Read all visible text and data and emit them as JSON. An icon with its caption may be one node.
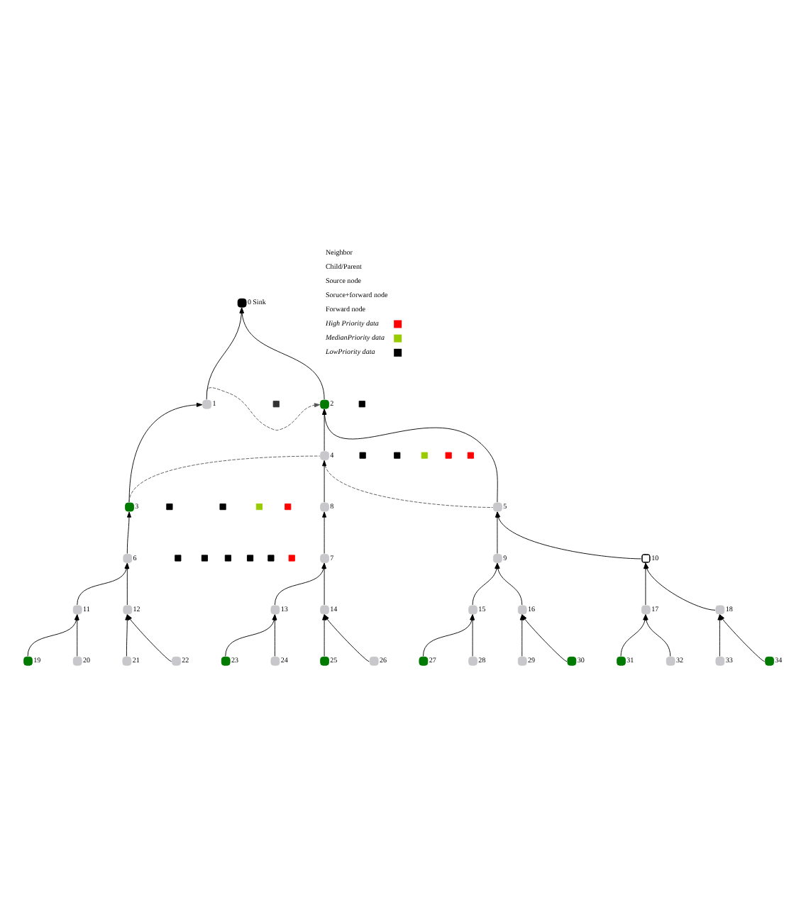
{
  "diagram": {
    "nodes": [
      {
        "text": [],
        "shape": "circle",
        "beside": [
          "0",
          "Sink"
        ]
      },
      {
        "text": [],
        "shape": "circle",
        "beside": [
          "1"
        ]
      },
      {
        "text": [],
        "shape": "circle",
        "beside": [
          "2"
        ]
      },
      {
        "text": [],
        "shape": "circle",
        "beside": [
          "3"
        ]
      },
      {
        "text": [],
        "shape": "circle",
        "beside": [
          "4"
        ]
      },
      {
        "text": [],
        "shape": "circle",
        "beside": [
          "5"
        ]
      },
      {
        "text": [],
        "shape": "circle",
        "beside": [
          "6"
        ]
      },
      {
        "text": [],
        "shape": "circle",
        "beside": [
          "7"
        ]
      },
      {
        "text": [],
        "shape": "circle",
        "beside": [
          "8"
        ]
      },
      {
        "text": [],
        "shape": "circle",
        "beside": [
          "9"
        ]
      },
      {
        "text": [],
        "shape": "circle",
        "beside": [
          "10"
        ]
      },
      {
        "text": [],
        "shape": "circle",
        "beside": [
          "11"
        ]
      },
      {
        "text": [],
        "shape": "circle",
        "beside": [
          "12"
        ]
      },
      {
        "text": [],
        "shape": "circle",
        "beside": [
          "13"
        ]
      },
      {
        "text": [],
        "shape": "circle",
        "beside": [
          "14"
        ]
      },
      {
        "text": [],
        "shape": "circle",
        "beside": [
          "15"
        ]
      },
      {
        "text": [],
        "shape": "circle",
        "beside": [
          "16"
        ]
      },
      {
        "text": [],
        "shape": "circle",
        "beside": [
          "17"
        ]
      },
      {
        "text": [],
        "shape": "circle",
        "beside": [
          "18"
        ]
      },
      {
        "text": [],
        "shape": "circle",
        "beside": [
          "19"
        ]
      },
      {
        "text": [],
        "shape": "circle",
        "beside": [
          "20"
        ]
      },
      {
        "text": [],
        "shape": "circle",
        "beside": [
          "21"
        ]
      },
      {
        "text": [],
        "shape": "circle",
        "beside": [
          "22"
        ]
      },
      {
        "text": [],
        "shape": "circle",
        "beside": [
          "23"
        ]
      },
      {
        "text": [],
        "shape": "circle",
        "beside": [
          "24"
        ]
      },
      {
        "text": [],
        "shape": "circle",
        "beside": [
          "25"
        ]
      },
      {
        "text": [],
        "shape": "circle",
        "beside": [
          "26"
        ]
      },
      {
        "text": [],
        "shape": "circle",
        "beside": [
          "27"
        ]
      },
      {
        "text": [],
        "shape": "circle",
        "beside": [
          "28"
        ]
      },
      {
        "text": [],
        "shape": "circle",
        "beside": [
          "29"
        ]
      },
      {
        "text": [],
        "shape": "circle",
        "beside": [
          "30"
        ]
      },
      {
        "text": [],
        "shape": "circle",
        "beside": [
          "31"
        ]
      },
      {
        "text": [],
        "shape": "circle",
        "beside": [
          "32"
        ]
      },
      {
        "text": [],
        "shape": "circle",
        "beside": [
          "33"
        ]
      },
      {
        "text": [],
        "shape": "circle",
        "beside": [
          "34"
        ]
      },
      {
        "text": [],
        "shape": "box"
      },
      {
        "text": [],
        "shape": "box"
      },
      {
        "text": [],
        "shape": "box"
      },
      {
        "text": [],
        "shape": "box"
      },
      {
        "text": [],
        "shape": "box"
      },
      {
        "text": [],
        "shape": "box"
      },
      {
        "text": [],
        "shape": "box"
      },
      {
        "text": [],
        "shape": "box"
      },
      {
        "text": [],
        "shape": "box"
      },
      {
        "text": [],
        "shape": "box"
      },
      {
        "text": [],
        "shape": "box"
      },
      {
        "text": [],
        "shape": "box"
      },
      {
        "text": [],
        "shape": "box"
      },
      {
        "text": [],
        "shape": "box"
      },
      {
        "text": [],
        "shape": "box"
      },
      {
        "text": [],
        "shape": "box"
      },
      {
        "text": [],
        "shape": "box"
      }
    ],
    "edges": [
      {
        "from": 1,
        "to": 0,
        "arrow": "to"
      },
      {
        "from": 2,
        "to": 0,
        "arrow": "to"
      },
      {
        "from": 1,
        "to": 2,
        "arrow": "to",
        "style": "dashed",
        "color": "#555555"
      },
      {
        "from": 3,
        "to": 1,
        "arrow": "to"
      },
      {
        "from": 4,
        "to": 2,
        "arrow": "to"
      },
      {
        "from": 5,
        "to": 2,
        "arrow": "to"
      },
      {
        "from": 3,
        "to": 4,
        "arrow": "none",
        "style": "dashed",
        "color": "#555555"
      },
      {
        "from": 4,
        "to": 5,
        "arrow": "none",
        "style": "dashed",
        "color": "#555555"
      },
      {
        "from": 6,
        "to": 3,
        "arrow": "to"
      },
      {
        "from": 8,
        "to": 4,
        "arrow": "to"
      },
      {
        "from": 9,
        "to": 5,
        "arrow": "to"
      },
      {
        "from": 10,
        "to": 5,
        "arrow": "to"
      },
      {
        "from": 7,
        "to": 8,
        "arrow": "to"
      },
      {
        "from": 11,
        "to": 6,
        "arrow": "to"
      },
      {
        "from": 12,
        "to": 6,
        "arrow": "to"
      },
      {
        "from": 13,
        "to": 7,
        "arrow": "to"
      },
      {
        "from": 14,
        "to": 7,
        "arrow": "to"
      },
      {
        "from": 15,
        "to": 9,
        "arrow": "to"
      },
      {
        "from": 16,
        "to": 9,
        "arrow": "to"
      },
      {
        "from": 17,
        "to": 10,
        "arrow": "to"
      },
      {
        "from": 18,
        "to": 10,
        "arrow": "to"
      },
      {
        "from": 19,
        "to": 11,
        "arrow": "to"
      },
      {
        "from": 20,
        "to": 11,
        "arrow": "to"
      },
      {
        "from": 21,
        "to": 12,
        "arrow": "to"
      },
      {
        "from": 22,
        "to": 12,
        "arrow": "to"
      },
      {
        "from": 23,
        "to": 13,
        "arrow": "to"
      },
      {
        "from": 24,
        "to": 13,
        "arrow": "to"
      },
      {
        "from": 25,
        "to": 14,
        "arrow": "to"
      },
      {
        "from": 26,
        "to": 14,
        "arrow": "to"
      },
      {
        "from": 27,
        "to": 15,
        "arrow": "to"
      },
      {
        "from": 28,
        "to": 15,
        "arrow": "to"
      },
      {
        "from": 29,
        "to": 16,
        "arrow": "to"
      },
      {
        "from": 30,
        "to": 16,
        "arrow": "to"
      },
      {
        "from": 31,
        "to": 17,
        "arrow": "to"
      },
      {
        "from": 32,
        "to": 17,
        "arrow": "to"
      },
      {
        "from": 33,
        "to": 18,
        "arrow": "to"
      },
      {
        "from": 34,
        "to": 18,
        "arrow": "to"
      }
    ],
    "legend": [
      {
        "text": "Neighbor"
      },
      {
        "text": "Child/Parent"
      },
      {
        "text": "Source node"
      },
      {
        "text": "Soruce+forward node"
      },
      {
        "text": "Forward node"
      },
      {
        "text": "High Priority data",
        "color": "#ff0000"
      },
      {
        "text": "MedianPriority data",
        "color": "#99cc00"
      },
      {
        "text": "LowPriority data",
        "color": "#000000"
      }
    ]
  }
}
